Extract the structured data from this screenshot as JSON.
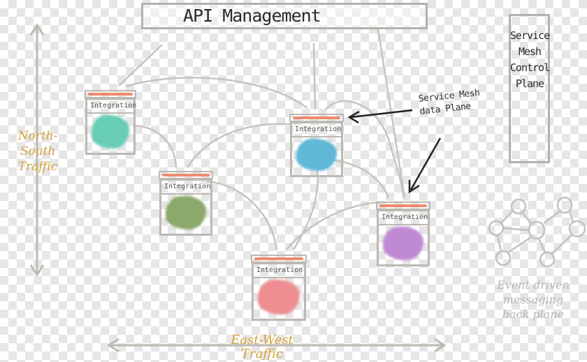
{
  "api_management": {
    "title": "API Management"
  },
  "control_plane": {
    "lines": [
      "Service",
      "Mesh",
      "Control",
      "Plane"
    ]
  },
  "data_plane_note": {
    "lines": [
      "Service Mesh",
      "data Plane"
    ]
  },
  "north_south": {
    "lines": [
      "North-South",
      "Traffic"
    ]
  },
  "east_west": {
    "lines": [
      "East-West",
      "Traffic"
    ]
  },
  "event_backplane": {
    "lines": [
      "Event driven",
      "messaging",
      "back plane"
    ]
  },
  "services": [
    {
      "label": "Integration",
      "color": "#67cdb5"
    },
    {
      "label": "Integration",
      "color": "#5fb8d8"
    },
    {
      "label": "Integration",
      "color": "#8ba96a"
    },
    {
      "label": "Integration",
      "color": "#c08ad2"
    },
    {
      "label": "Integration",
      "color": "#ef8e92"
    }
  ],
  "colors": {
    "traffic": "#d2a43a",
    "box_outline": "#bdb9b2",
    "sidecar": "#ef8a6e"
  }
}
